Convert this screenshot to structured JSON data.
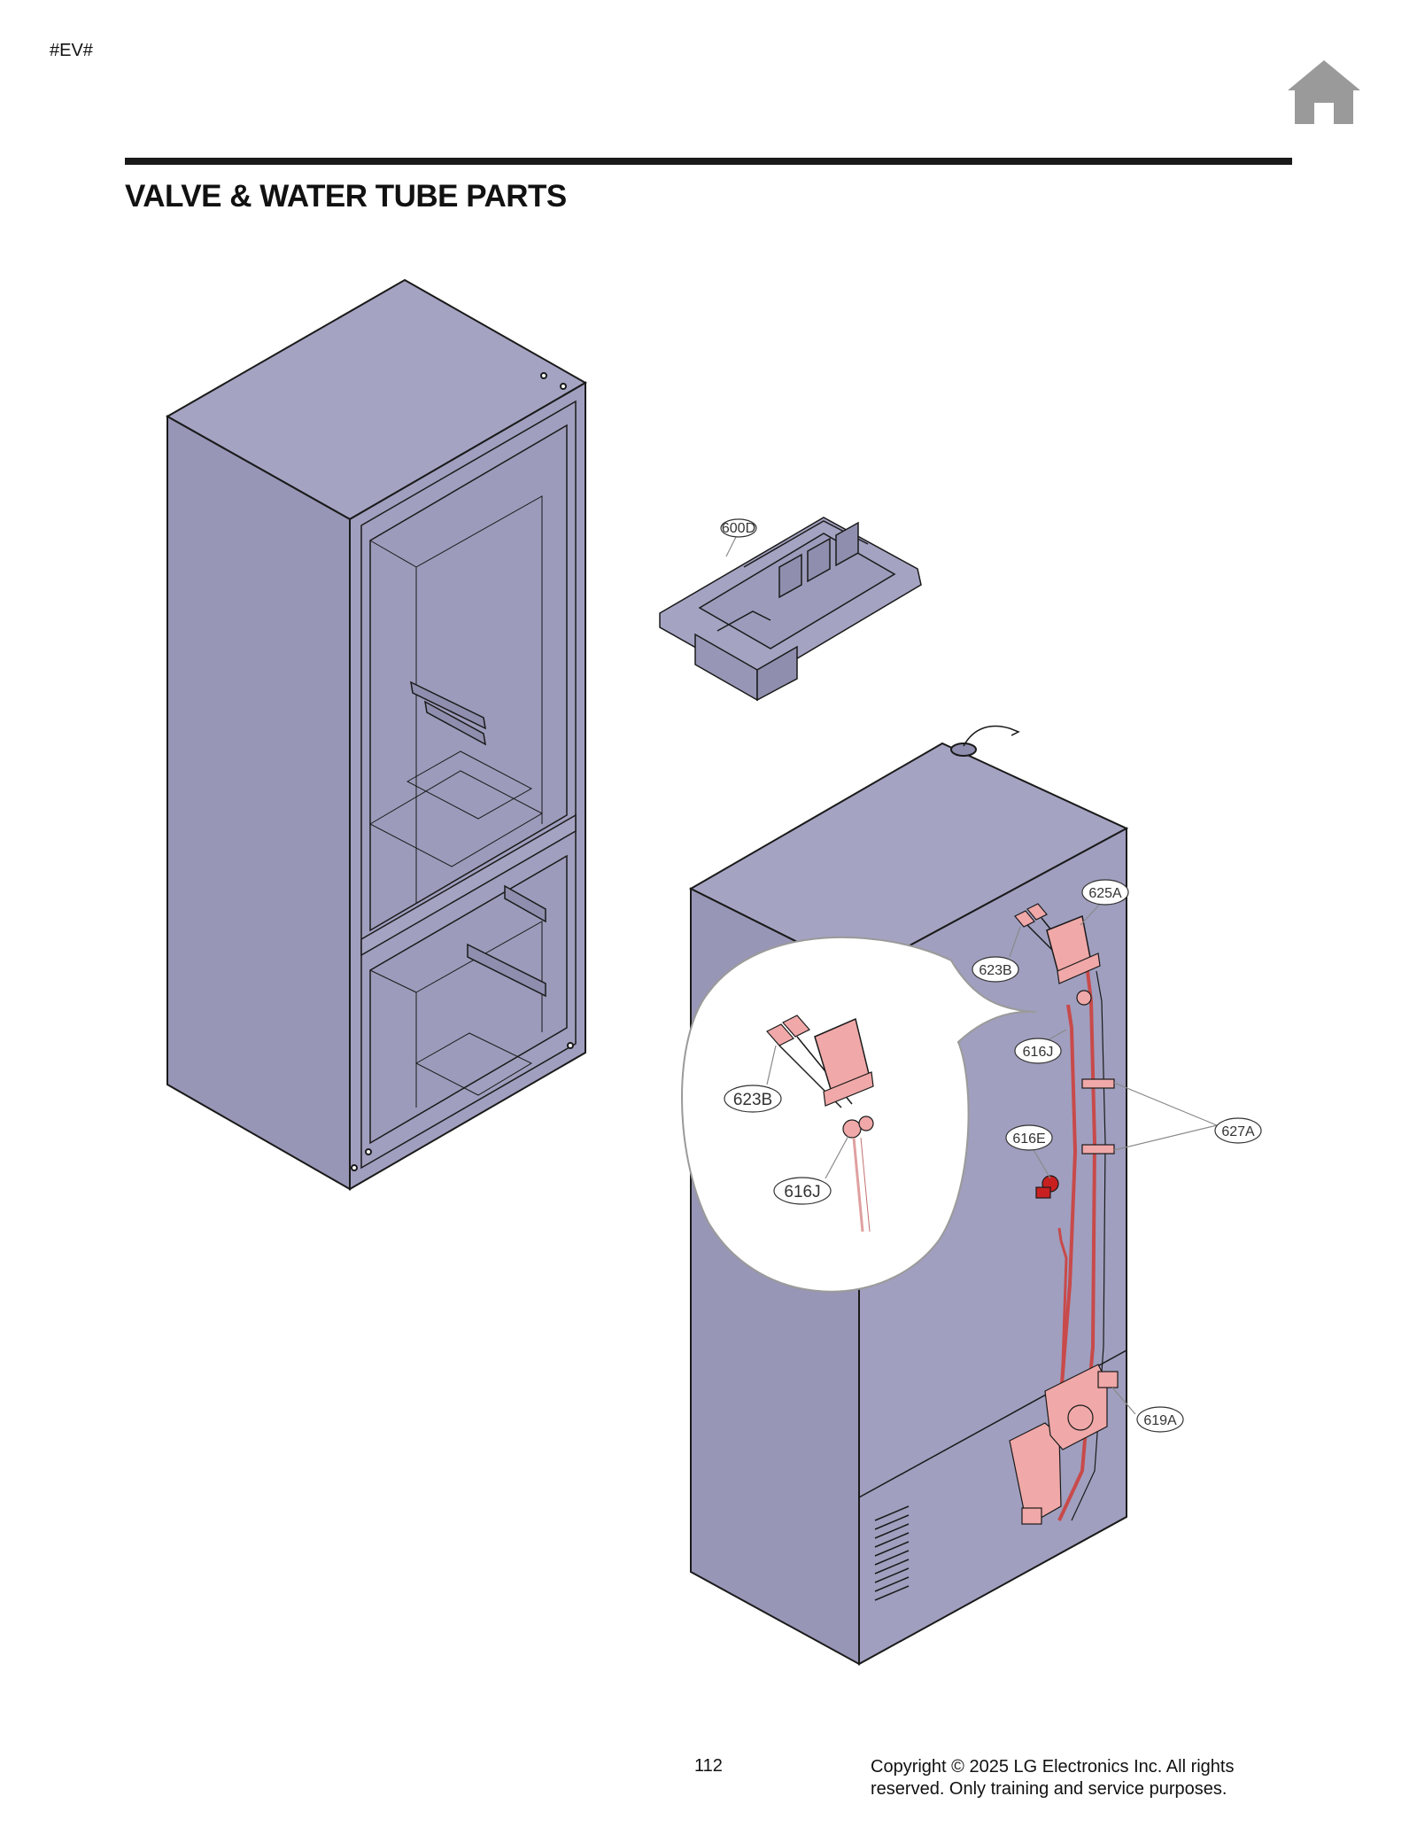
{
  "header": {
    "doc_code": "#EV#",
    "title": "VALVE & WATER TUBE PARTS",
    "home_icon": "home-icon"
  },
  "colors": {
    "cabinet_fill": "#a09fbf",
    "part_fill": "#f0a8a8",
    "tube_color": "#c84a4a",
    "rule": "#1a1a1a"
  },
  "callouts": {
    "c600D": "600D",
    "c625A": "625A",
    "c623B": "623B",
    "c616J": "616J",
    "c616E": "616E",
    "c627A": "627A",
    "c619A": "619A",
    "detail_623B": "623B",
    "detail_616J": "616J"
  },
  "footer": {
    "page_number": "112",
    "copyright": "Copyright © 2025 LG Electronics Inc. All rights reserved. Only training and service purposes."
  }
}
